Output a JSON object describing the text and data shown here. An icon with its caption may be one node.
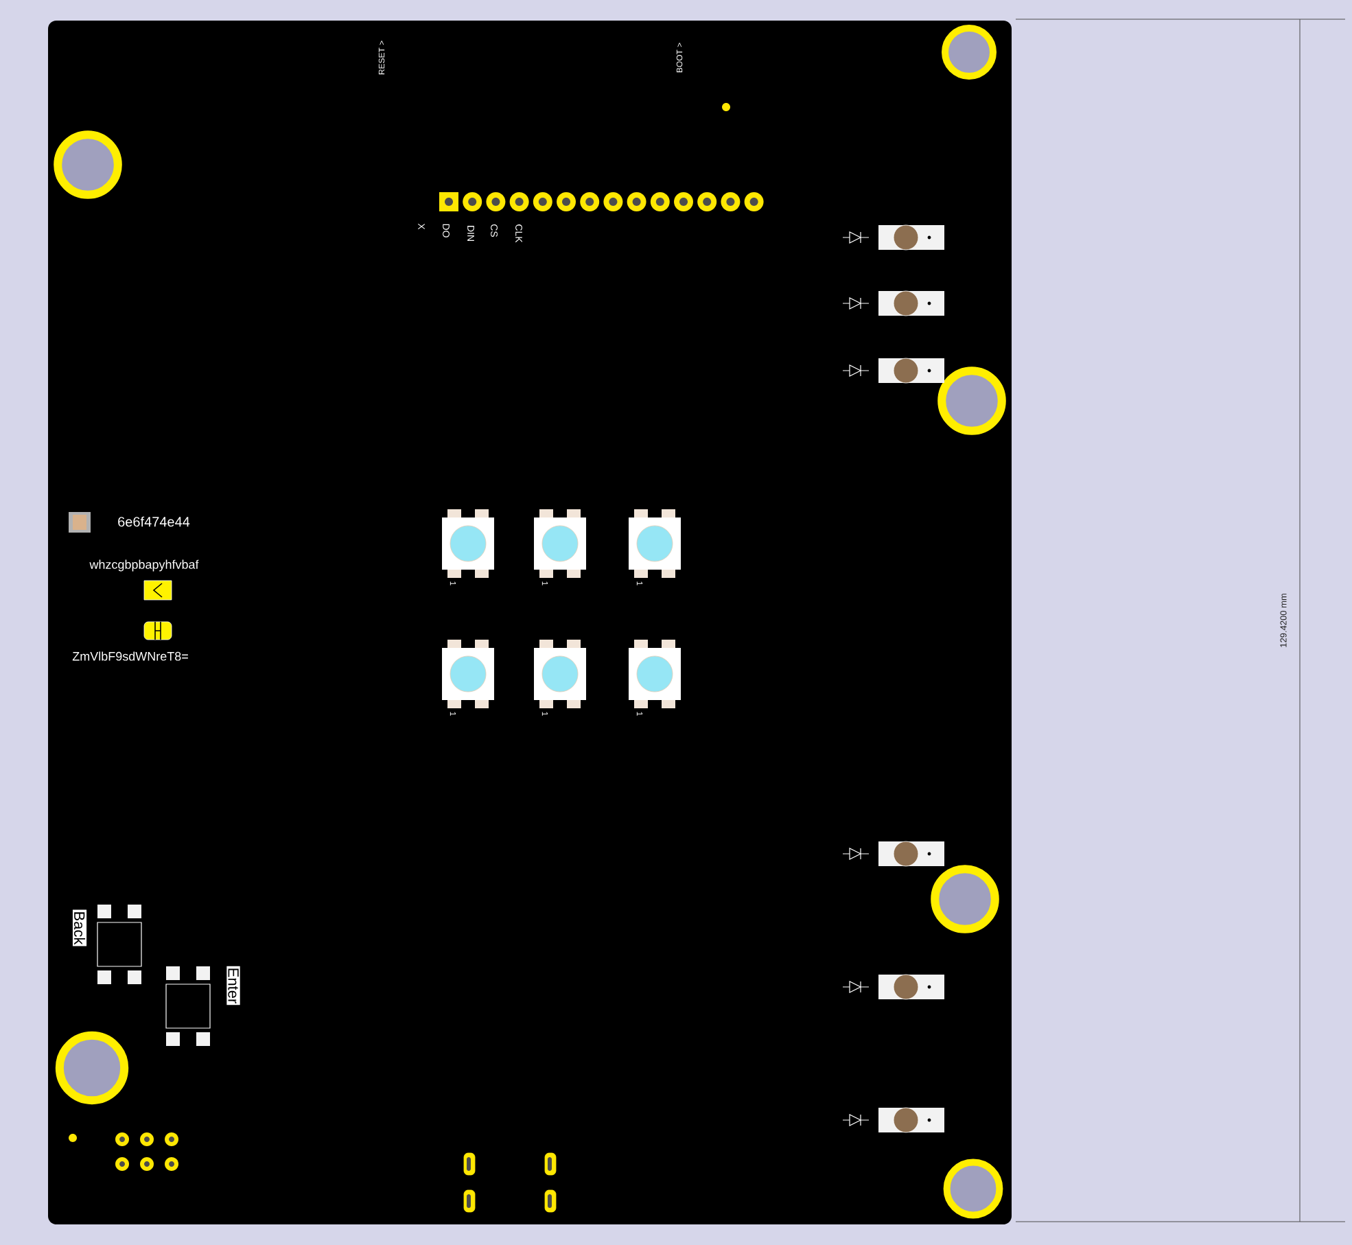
{
  "diagram": {
    "labels": [
      "RESET >",
      "BOOT >",
      "X",
      "DO",
      "DIN",
      "CS",
      "CLK",
      "6e6f474e44",
      "whzcgbpbapyhfvbaf",
      "ZmVlbF9sdWNreT8=",
      "1",
      "1",
      "1",
      "1",
      "1",
      "1",
      "Back",
      "Enter",
      "129.4200 mm"
    ]
  }
}
